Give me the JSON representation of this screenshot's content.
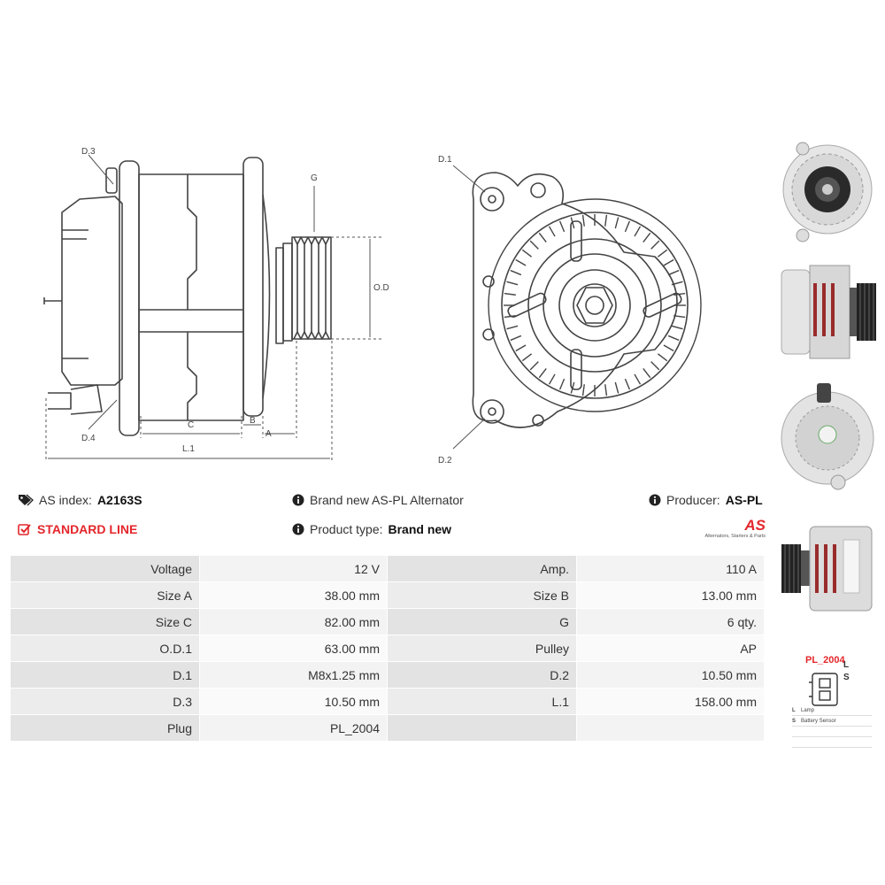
{
  "drawing_labels": {
    "d3": "D.3",
    "d4": "D.4",
    "g": "G",
    "od1": "O.D.1",
    "c": "C",
    "b": "B",
    "a": "A",
    "l1": "L.1",
    "d1": "D.1",
    "d2": "D.2"
  },
  "info": {
    "as_index_label": "AS index:",
    "as_index_value": "A2163S",
    "standard_line": "STANDARD LINE",
    "brand_new": "Brand new AS-PL Alternator",
    "product_type_label": "Product type:",
    "product_type_value": "Brand new",
    "producer_label": "Producer:",
    "producer_value": "AS-PL",
    "logo_text": "AS",
    "logo_tagline": "Alternators, Starters & Parts"
  },
  "specs": [
    [
      "Voltage",
      "12 V",
      "Amp.",
      "110 A"
    ],
    [
      "Size A",
      "38.00 mm",
      "Size B",
      "13.00 mm"
    ],
    [
      "Size C",
      "82.00 mm",
      "G",
      "6 qty."
    ],
    [
      "O.D.1",
      "63.00 mm",
      "Pulley",
      "AP"
    ],
    [
      "D.1",
      "M8x1.25 mm",
      "D.2",
      "10.50 mm"
    ],
    [
      "D.3",
      "10.50 mm",
      "L.1",
      "158.00 mm"
    ],
    [
      "Plug",
      "PL_2004",
      "",
      ""
    ]
  ],
  "plug": {
    "name": "PL_2004",
    "pin_l": "L",
    "pin_s": "S",
    "legend": [
      {
        "code": "L",
        "text": "Lamp"
      },
      {
        "code": "S",
        "text": "Battery Sensor"
      }
    ]
  },
  "colors": {
    "accent": "#e3262b",
    "line": "#444444",
    "dim": "#555555"
  }
}
